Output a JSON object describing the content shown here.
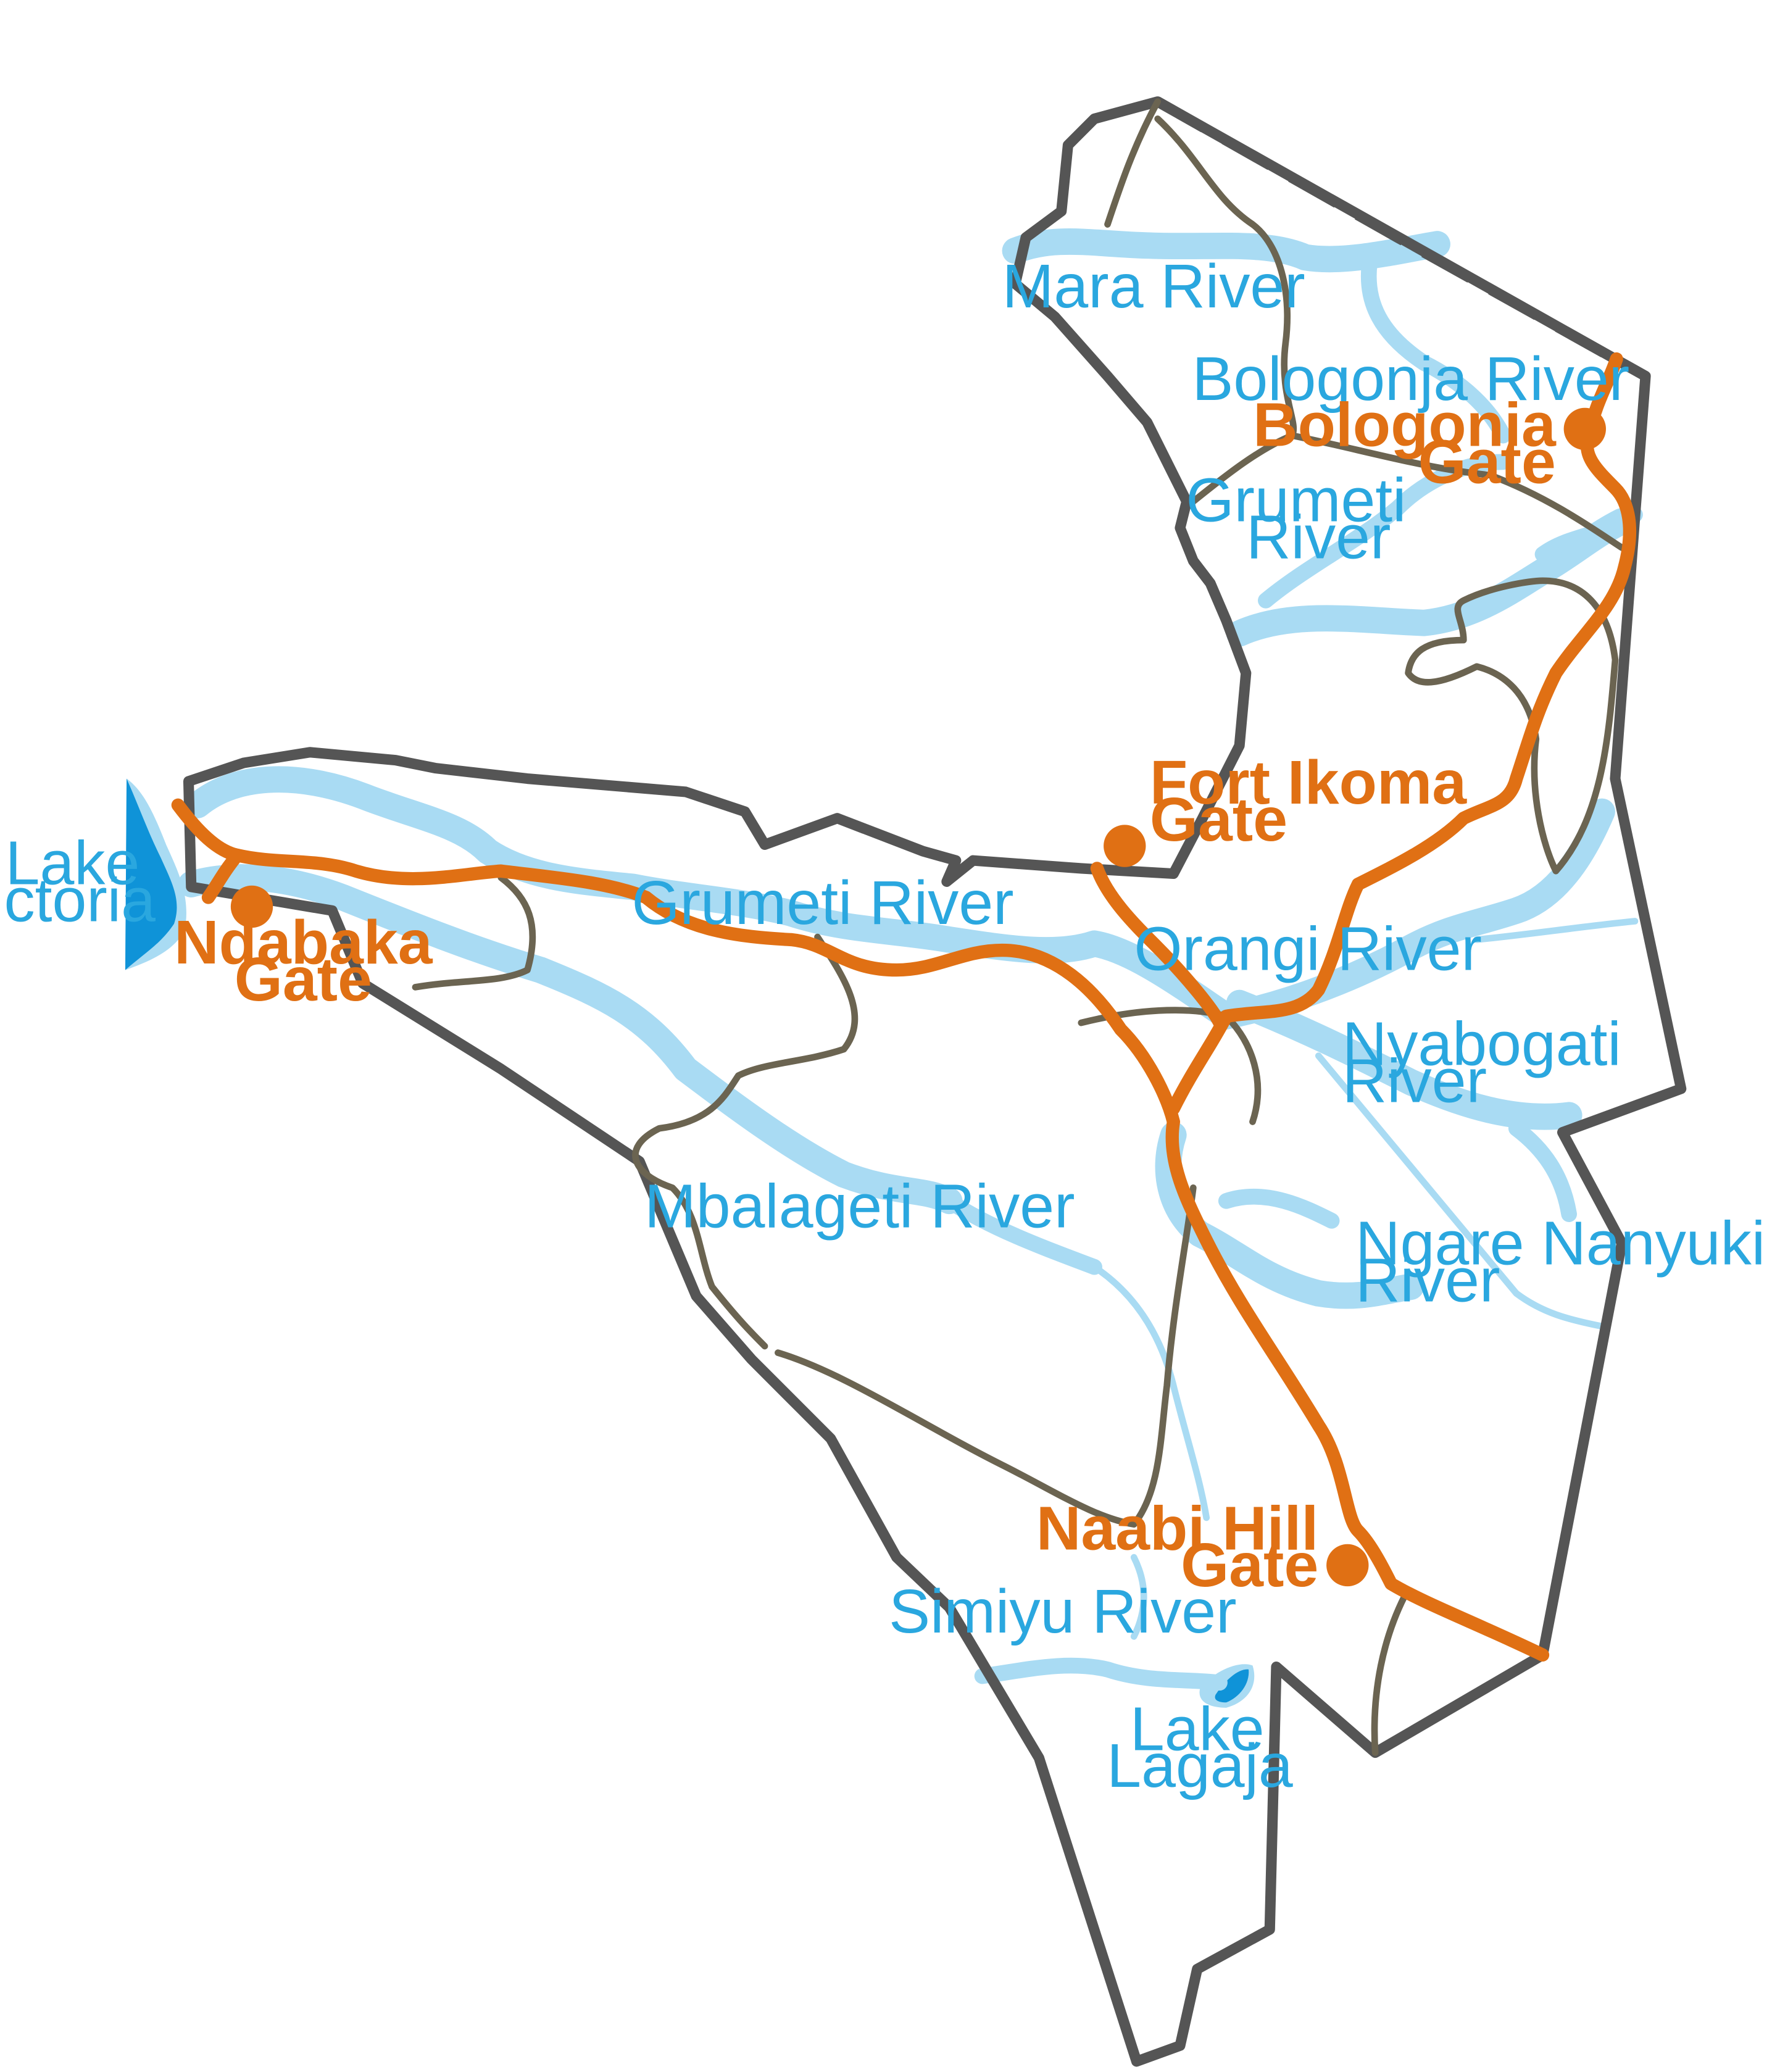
{
  "colors": {
    "river": "#a9dbf3",
    "lake_fill": "#0f93d8",
    "road": "#e07014",
    "boundary": "#555555",
    "track": "#6b6451",
    "river_text": "#2aa7df",
    "gate_text": "#e07014"
  },
  "rivers": {
    "mara": "Mara River",
    "bologonja": "Bologonja River",
    "grumeti_north_line1": "Grumeti",
    "grumeti_north_line2": "River",
    "grumeti_west": "Grumeti River",
    "orangi": "Orangi River",
    "nyabogati_line1": "Nyabogati",
    "nyabogati_line2": "River",
    "mbalageti": "Mbalageti River",
    "ngare_nanyuki_line1": "Ngare Nanyuki",
    "ngare_nanyuki_line2": "River",
    "simiyu": "Simiyu River"
  },
  "lakes": {
    "victoria_line1": "Lake",
    "victoria_line2": "Victoria",
    "lagaja_line1": "Lake",
    "lagaja_line2": "Lagaja"
  },
  "gates": {
    "bologonia_line1": "Bologonia",
    "bologonia_line2": "Gate",
    "fort_ikoma_line1": "Fort Ikoma",
    "fort_ikoma_line2": "Gate",
    "ndabaka_line1": "Ndabaka",
    "ndabaka_line2": "Gate",
    "naabi_hill_line1": "Naabi Hill",
    "naabi_hill_line2": "Gate"
  }
}
